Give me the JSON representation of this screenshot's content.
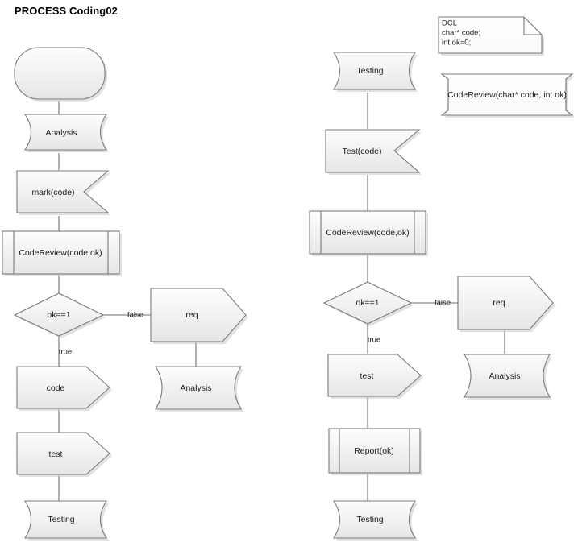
{
  "title": "PROCESS Coding02",
  "colors": {
    "stroke": "#7a7a7a",
    "fill_top": "#fdfdfd",
    "fill_bottom": "#e8e8e8",
    "text": "#1b1b1b",
    "connector": "#6e6e6e",
    "shadow": "#c9c9c9",
    "background": "#ffffff"
  },
  "left_column": {
    "nodes": [
      {
        "id": "l1",
        "label": "",
        "shape": "terminator"
      },
      {
        "id": "l2",
        "label": "Analysis",
        "shape": "stored-data"
      },
      {
        "id": "l3",
        "label": "mark(code)",
        "shape": "notched-right"
      },
      {
        "id": "l4",
        "label": "CodeReview(code,ok)",
        "shape": "predefined-process"
      },
      {
        "id": "l5",
        "label": "ok==1",
        "shape": "decision"
      },
      {
        "id": "l6",
        "label": "code",
        "shape": "chevron-right"
      },
      {
        "id": "l7",
        "label": "test",
        "shape": "chevron-right"
      },
      {
        "id": "l8",
        "label": "Testing",
        "shape": "stored-data"
      }
    ],
    "branch": {
      "false_label": "false",
      "true_label": "true",
      "false_nodes": [
        {
          "id": "lb1",
          "label": "req",
          "shape": "chevron-right"
        },
        {
          "id": "lb2",
          "label": "Analysis",
          "shape": "stored-data"
        }
      ]
    }
  },
  "right_column": {
    "nodes": [
      {
        "id": "r1",
        "label": "Testing",
        "shape": "stored-data"
      },
      {
        "id": "r2",
        "label": "Test(code)",
        "shape": "notched-right"
      },
      {
        "id": "r3",
        "label": "CodeReview(code,ok)",
        "shape": "predefined-process"
      },
      {
        "id": "r4",
        "label": "ok==1",
        "shape": "decision"
      },
      {
        "id": "r5",
        "label": "test",
        "shape": "chevron-right"
      },
      {
        "id": "r6",
        "label": "Report(ok)",
        "shape": "predefined-process"
      },
      {
        "id": "r7",
        "label": "Testing",
        "shape": "stored-data"
      }
    ],
    "branch": {
      "false_label": "false",
      "true_label": "true",
      "false_nodes": [
        {
          "id": "rb1",
          "label": "req",
          "shape": "chevron-right"
        },
        {
          "id": "rb2",
          "label": "Analysis",
          "shape": "stored-data"
        }
      ]
    }
  },
  "annotations": {
    "declaration_note": {
      "shape": "note-folded-corner",
      "lines": [
        "DCL",
        "char* code;",
        "int ok=0;"
      ]
    },
    "signature_box": {
      "shape": "subroutine",
      "label": "CodeReview(char* code, int ok)"
    }
  }
}
